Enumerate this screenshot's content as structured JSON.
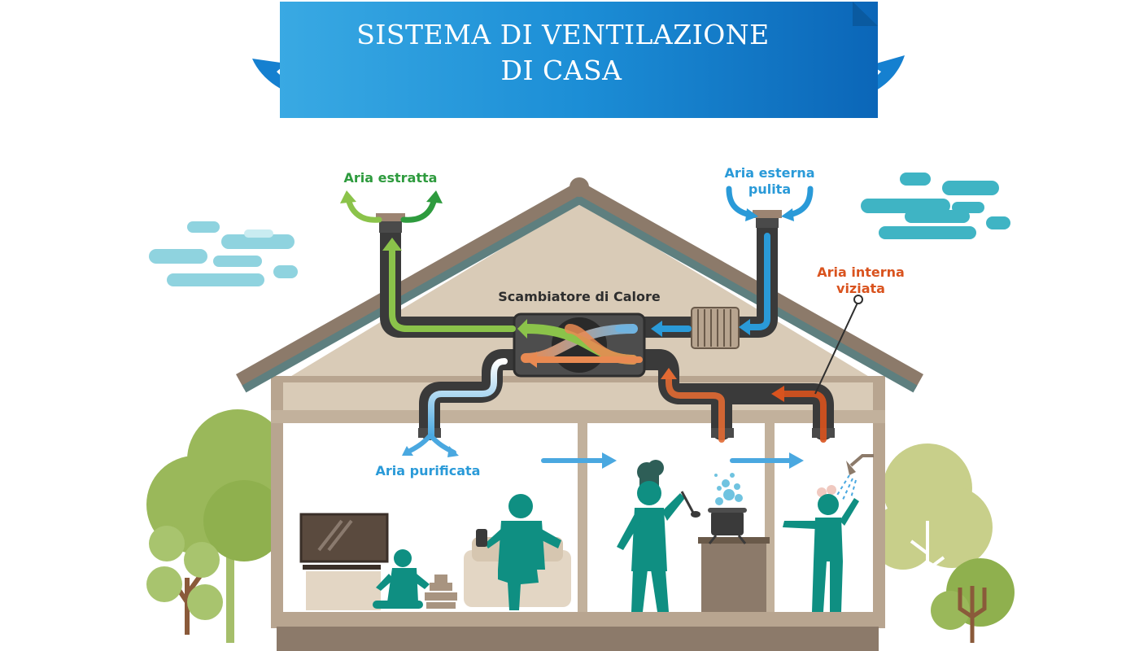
{
  "banner": {
    "line1": "SISTEMA DI VENTILAZIONE",
    "line2": "DI CASA"
  },
  "labels": {
    "extracted_air": "Aria estratta",
    "fresh_air_line1": "Aria esterna",
    "fresh_air_line2": "pulita",
    "stale_air_line1": "Aria interna",
    "stale_air_line2": "viziata",
    "heat_exchanger": "Scambiatore di Calore",
    "purified_air": "Aria purificata"
  },
  "colors": {
    "banner_blue": "#1a8fd6",
    "extracted_green": "#2e9b3e",
    "fresh_blue": "#2a9ad8",
    "stale_orange": "#d9531e",
    "people_teal": "#0f8f82",
    "roof_brown": "#8c7a6a",
    "wall_beige": "#d9cbb7",
    "tree_green": "#9ab85a",
    "cloud_teal": "#3fb4c4"
  },
  "icons": [
    "banner-arrow-icon",
    "cloud-icon",
    "tree-icon",
    "heat-exchanger-icon",
    "radiator-filter-icon",
    "chimney-icon",
    "tv-icon",
    "pot-icon",
    "shower-icon"
  ]
}
